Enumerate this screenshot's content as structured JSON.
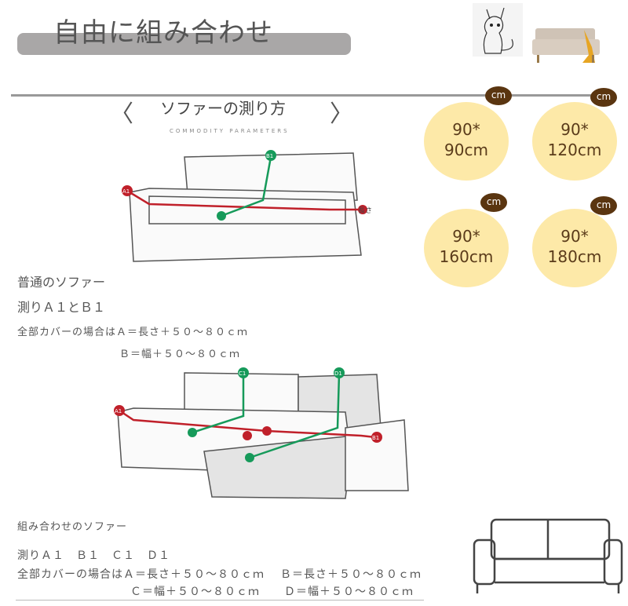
{
  "header": {
    "title": "自由に組み合わせ"
  },
  "section": {
    "title": "ソファーの測り方",
    "subtitle": "COMMODITY PARAMETERS",
    "prev_icon": "chevron-left-icon",
    "next_icon": "chevron-right-icon"
  },
  "sizes": [
    {
      "unit": "cm",
      "line1": "90*",
      "line2": "90cm"
    },
    {
      "unit": "cm",
      "line1": "90*",
      "line2": "120cm"
    },
    {
      "unit": "cm",
      "line1": "90*",
      "line2": "160cm"
    },
    {
      "unit": "cm",
      "line1": "90*",
      "line2": "180cm"
    }
  ],
  "diagram1": {
    "labels": {
      "a1": "A1",
      "b1": "B1",
      "length": "長さ"
    }
  },
  "diagram2": {
    "labels": {
      "a1": "A1",
      "b1": "B1",
      "c1": "C1",
      "d1": "D1"
    }
  },
  "normal": {
    "heading": "普通のソファー",
    "measure": "測りＡ１とＢ１",
    "line1": "全部カバーの場合はＡ＝長さ＋５０～８０ｃｍ",
    "line2": "Ｂ＝幅＋５０～８０ｃｍ"
  },
  "combo": {
    "heading": "組み合わせのソファー",
    "measure": "測りＡ１　Ｂ１　Ｃ１　Ｄ１",
    "line1a": "全部カバーの場合はＡ＝長さ＋５０～８０ｃｍ",
    "line1b": "Ｂ＝長さ＋５０～８０ｃｍ",
    "line2a": "Ｃ＝幅＋５０～８０ｃｍ",
    "line2b": "Ｄ＝幅＋５０～８０ｃｍ"
  },
  "colors": {
    "red": "#c0202a",
    "green": "#169a5a",
    "bubble": "#fde9a8",
    "badge": "#5a3510"
  }
}
